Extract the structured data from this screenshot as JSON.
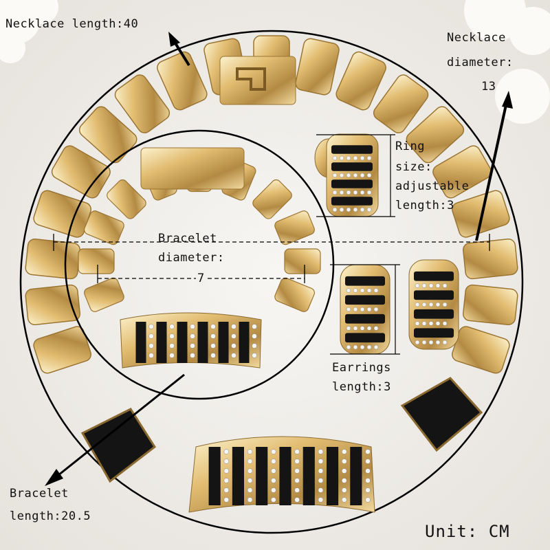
{
  "labels": {
    "necklace_length": "Necklace length:40",
    "necklace_diameter_line1": "Necklace",
    "necklace_diameter_line2": "diameter:",
    "necklace_diameter_value": "13",
    "ring_line1": "Ring",
    "ring_line2": "size:",
    "ring_line3": "adjustable",
    "ring_line4": "length:3",
    "bracelet_diameter_line1": "Bracelet",
    "bracelet_diameter_line2": "diameter:",
    "bracelet_diameter_value": "7",
    "earrings_line1": "Earrings",
    "earrings_line2": "length:3",
    "bracelet_length_line1": "Bracelet",
    "bracelet_length_line2": "length:20.5",
    "unit": "Unit: CM"
  },
  "colors": {
    "gold": "#d9b46a",
    "gold_light": "#f6e6b8",
    "gold_dark": "#9a7433",
    "enamel": "#141414",
    "crystal": "#f4f4f4",
    "background": "#f3f1ed"
  }
}
